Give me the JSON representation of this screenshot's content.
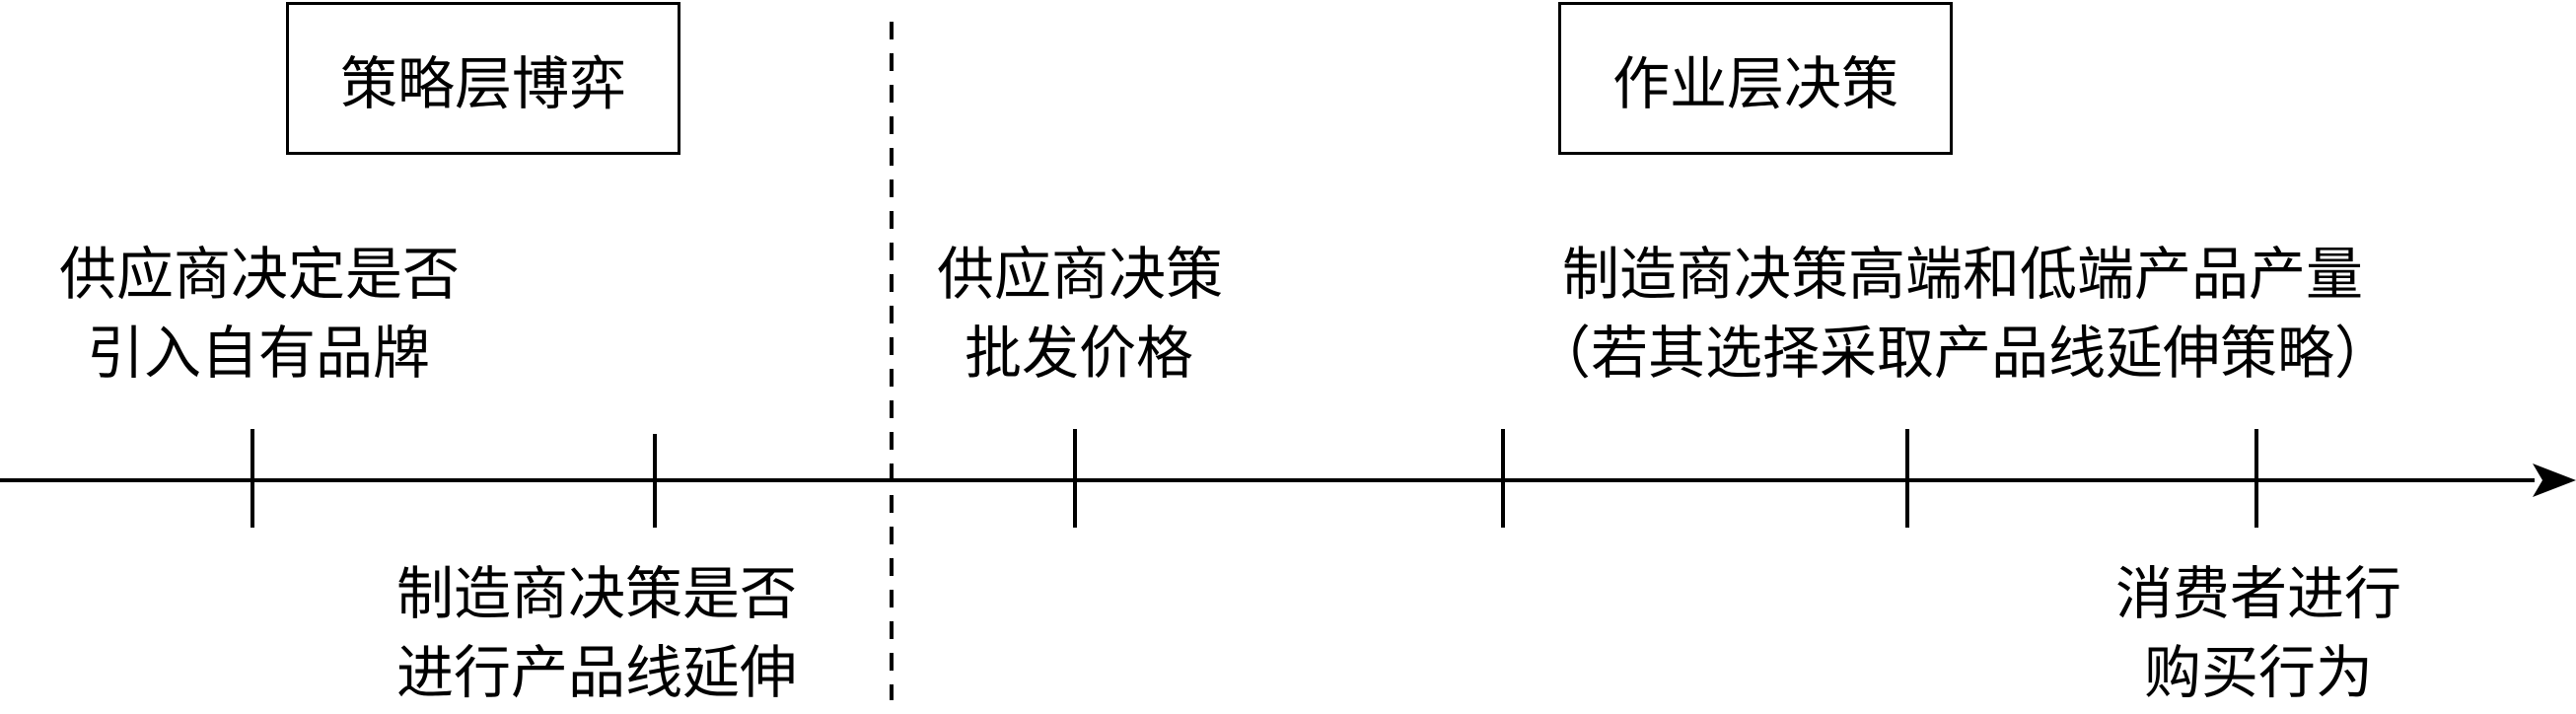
{
  "phases": {
    "left": "策略层博弈",
    "right": "作业层决策"
  },
  "events": {
    "e1": {
      "lines": [
        "供应商决定是否",
        "引入自有品牌"
      ]
    },
    "e2": {
      "lines": [
        "制造商决策是否",
        "进行产品线延伸"
      ]
    },
    "e3": {
      "lines": [
        "供应商决策",
        "批发价格"
      ]
    },
    "e4": {
      "lines": [
        "制造商决策高端和低端产品产量",
        "（若其选择采取产品线延伸策略）"
      ]
    },
    "e5": {
      "lines": [
        "消费者进行",
        "购买行为"
      ]
    }
  }
}
